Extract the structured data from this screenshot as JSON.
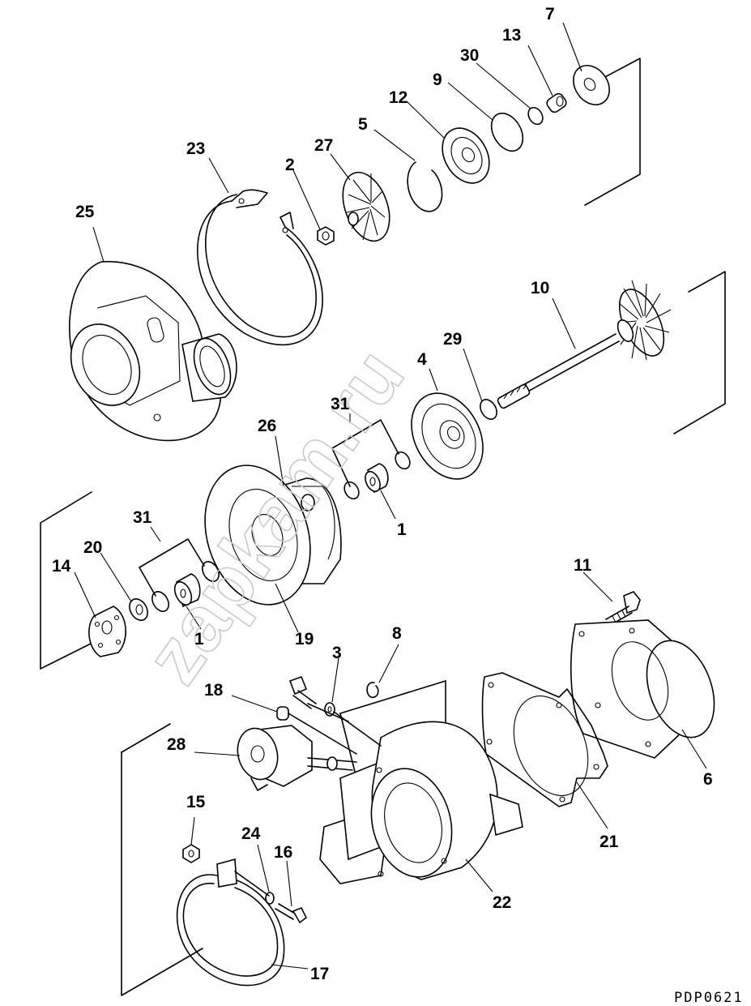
{
  "drawing_code": "PDP0621",
  "watermark": "zapkam.ru",
  "callouts": {
    "n1a": "1",
    "n1b": "1",
    "n2": "2",
    "n3": "3",
    "n4": "4",
    "n5": "5",
    "n6": "6",
    "n7": "7",
    "n8": "8",
    "n9": "9",
    "n10": "10",
    "n11": "11",
    "n12": "12",
    "n13": "13",
    "n14": "14",
    "n15": "15",
    "n16": "16",
    "n17": "17",
    "n18": "18",
    "n19": "19",
    "n20": "20",
    "n21": "21",
    "n22": "22",
    "n23": "23",
    "n24": "24",
    "n25": "25",
    "n26": "26",
    "n27": "27",
    "n28": "28",
    "n29": "29",
    "n30": "30",
    "n31a": "31",
    "n31b": "31"
  }
}
